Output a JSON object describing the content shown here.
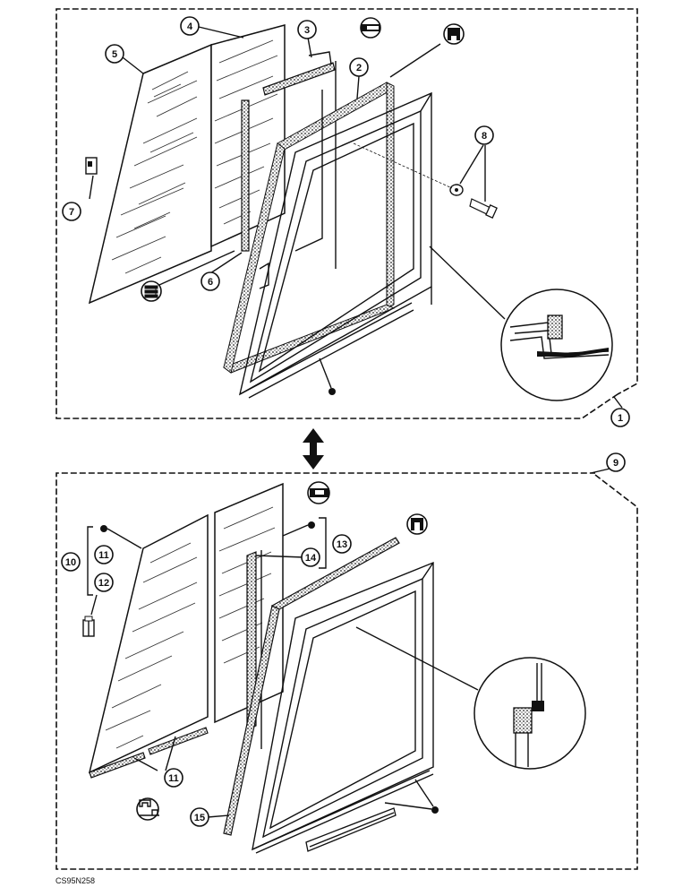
{
  "diagram": {
    "reference_code": "CS95N258",
    "callouts": {
      "c1": "1",
      "c2": "2",
      "c3": "3",
      "c4": "4",
      "c5": "5",
      "c6": "6",
      "c7": "7",
      "c8": "8",
      "c9": "9",
      "c10": "10",
      "c11a": "11",
      "c11b": "11",
      "c12": "12",
      "c13": "13",
      "c14": "14",
      "c15": "15"
    },
    "colors": {
      "ink": "#111111",
      "background": "#ffffff"
    }
  }
}
